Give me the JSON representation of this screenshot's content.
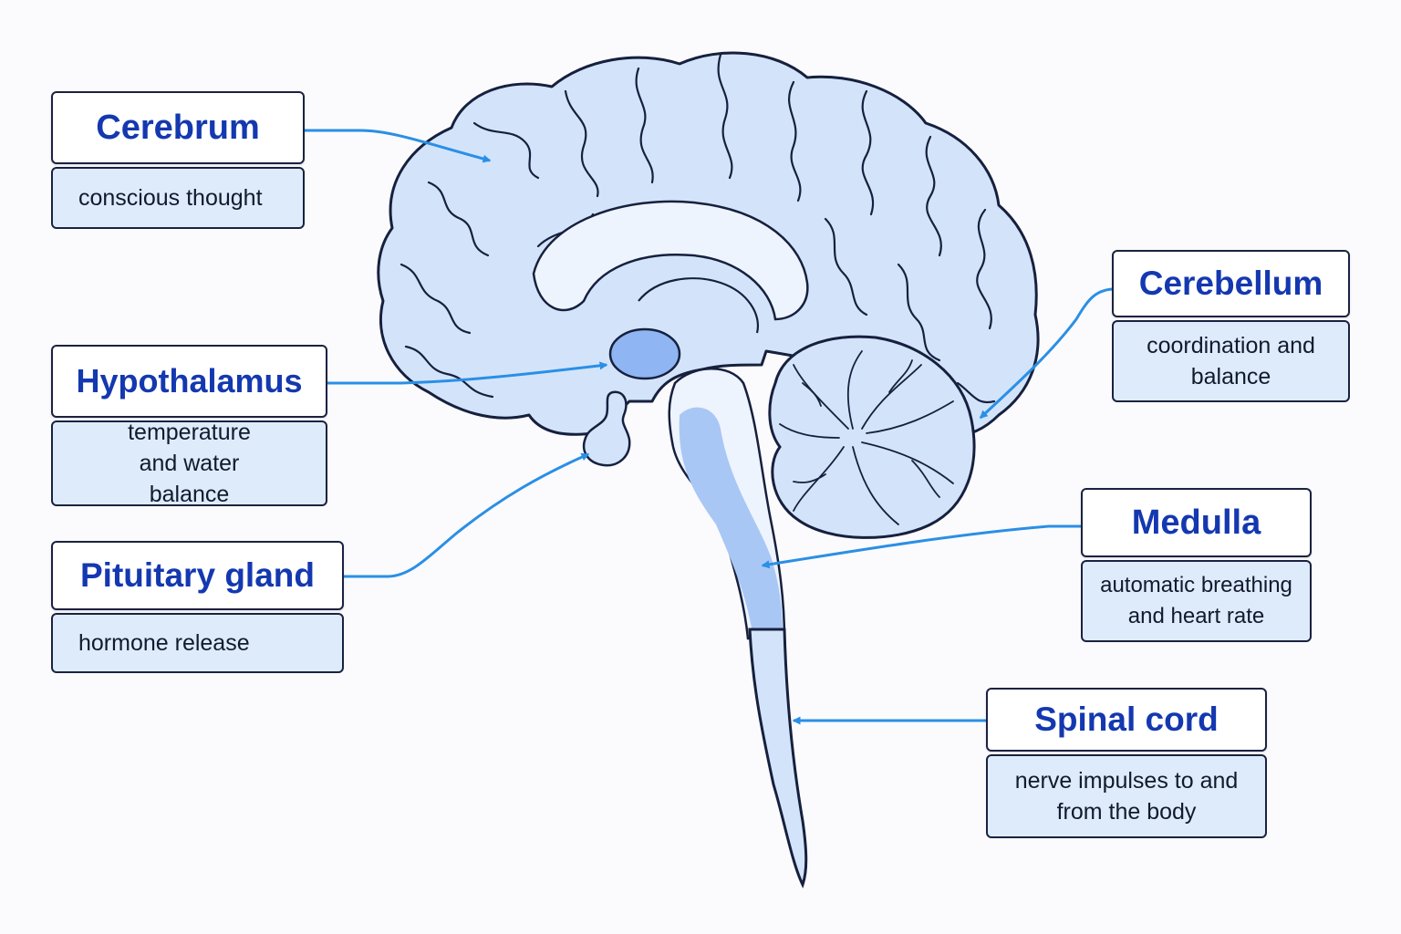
{
  "colors": {
    "title_text": "#1438b0",
    "box_border": "#1a2240",
    "desc_fill": "#deebfb",
    "brain_fill": "#d3e4fa",
    "outline": "#16203e",
    "highlight": "#8fb5f3",
    "arrow": "#2a8fe6",
    "background": "#fbfbfd"
  },
  "labels": [
    {
      "id": "cerebrum",
      "title": "Cerebrum",
      "description": "conscious thought"
    },
    {
      "id": "hypothalamus",
      "title": "Hypothalamus",
      "description": "temperature and water balance"
    },
    {
      "id": "pituitary",
      "title": "Pituitary gland",
      "description": "hormone release"
    },
    {
      "id": "cerebellum",
      "title": "Cerebellum",
      "description": "coordination and balance"
    },
    {
      "id": "medulla",
      "title": "Medulla",
      "description": "automatic breathing and heart rate"
    },
    {
      "id": "spinal",
      "title": "Spinal cord",
      "description": "nerve impulses to and from the body"
    }
  ],
  "icons": [
    "brain-illustration",
    "cerebellum-tree",
    "arrow-icon"
  ]
}
